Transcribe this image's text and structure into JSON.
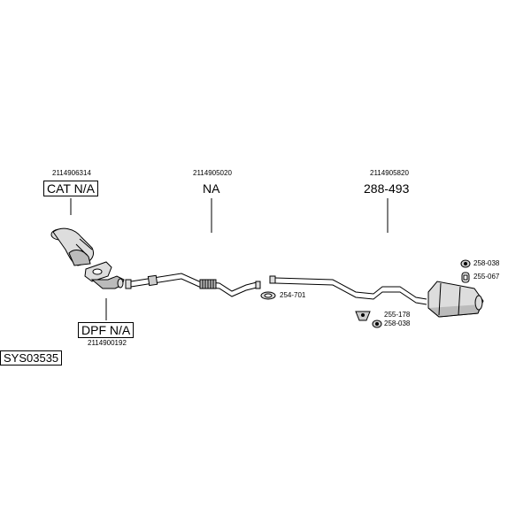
{
  "diagram": {
    "system_code": "SYS03535",
    "parts": {
      "cat": {
        "part_number": "2114906314",
        "label": "CAT N/A"
      },
      "dpf": {
        "part_number": "2114900192",
        "label": "DPF N/A"
      },
      "mid_pipe": {
        "part_number": "2114905020",
        "label": "NA"
      },
      "rear_silencer": {
        "part_number": "2114905820",
        "label": "288-493"
      }
    },
    "fittings": {
      "clamp": "254-701",
      "mount_top_1": "258-038",
      "mount_top_2": "255-067",
      "mount_bottom_1": "255-178",
      "mount_bottom_2": "258-038"
    }
  }
}
